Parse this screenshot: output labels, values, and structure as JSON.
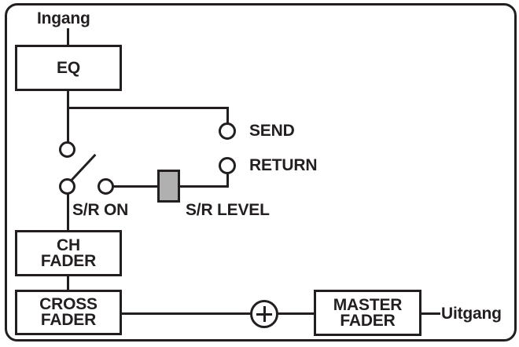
{
  "diagram": {
    "input_label": "Ingang",
    "output_label": "Uitgang",
    "eq_block": "EQ",
    "ch_fader_block": {
      "line1": "CH",
      "line2": "FADER"
    },
    "cross_fader_block": {
      "line1": "CROSS",
      "line2": "FADER"
    },
    "master_fader_block": {
      "line1": "MASTER",
      "line2": "FADER"
    },
    "send_label": "SEND",
    "return_label": "RETURN",
    "sr_on_label": "S/R ON",
    "sr_level_label": "S/R LEVEL",
    "sum_symbol": "+"
  },
  "colors": {
    "line": "#231f20",
    "background": "#ffffff",
    "sr_level_fill": "#b0b0b0"
  }
}
